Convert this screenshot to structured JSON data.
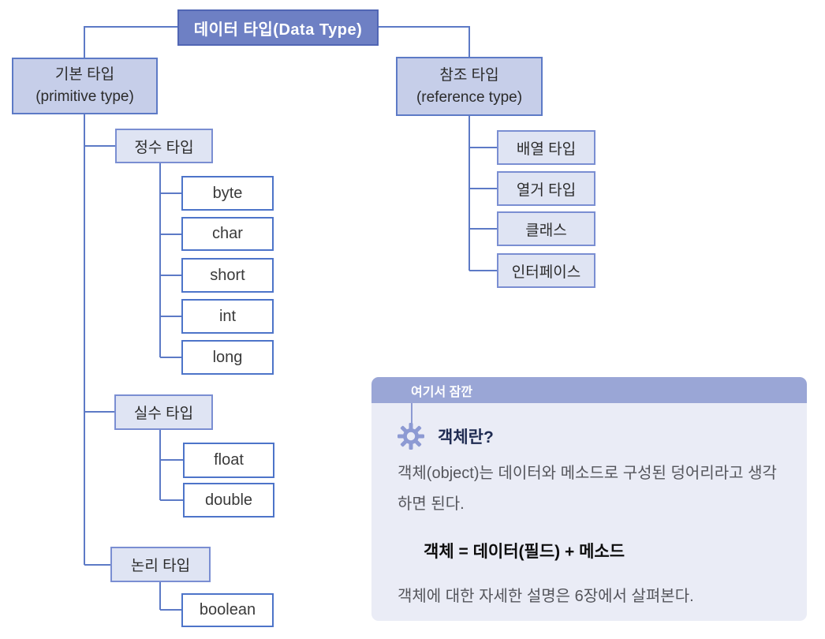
{
  "diagram": {
    "root": {
      "label": "데이터 타입(Data Type)"
    },
    "primitive": {
      "label": "기본 타입",
      "sublabel": "(primitive type)",
      "groups": [
        {
          "label": "정수 타입",
          "children": [
            "byte",
            "char",
            "short",
            "int",
            "long"
          ]
        },
        {
          "label": "실수 타입",
          "children": [
            "float",
            "double"
          ]
        },
        {
          "label": "논리 타입",
          "children": [
            "boolean"
          ]
        }
      ]
    },
    "reference": {
      "label": "참조 타입",
      "sublabel": "(reference type)",
      "children": [
        "배열 타입",
        "열거 타입",
        "클래스",
        "인터페이스"
      ]
    }
  },
  "callout": {
    "header": "여기서 잠깐",
    "icon": "gear-icon",
    "title": "객체란?",
    "body": "객체(object)는 데이터와 메소드로 구성된 덩어리라고 생각하면 된다.",
    "formula": "객체 = 데이터(필드) + 메소드",
    "footer": "객체에 대한 자세한 설명은 6장에서 살펴본다."
  },
  "colors": {
    "root_fill": "#6e80c4",
    "root_border": "#5166b4",
    "branch_fill": "#c6cee9",
    "group_fill": "#dfe4f3",
    "leaf_border": "#4d74c9",
    "connector": "#5d7ac6",
    "callout_header": "#9aa6d6",
    "callout_body": "#eaecf6",
    "callout_title_text": "#1f2b52"
  }
}
